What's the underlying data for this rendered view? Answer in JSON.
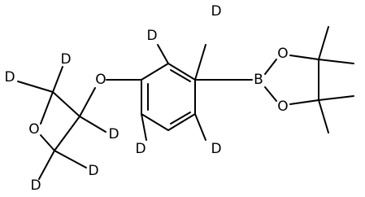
{
  "molecule": {
    "atoms": {
      "o_ether": "O",
      "o_oxetane": "O",
      "b": "B",
      "o_boronate_top": "O",
      "o_boronate_bottom": "O",
      "d_ring_top_left": "D",
      "d_ring_top_right": "D",
      "d_ring_bottom_left": "D",
      "d_ring_bottom_right": "D",
      "d_oxetane_top_left": "D",
      "d_oxetane_top_right": "D",
      "d_oxetane_methine": "D",
      "d_oxetane_bottom_right": "D",
      "d_oxetane_bottom_left": "D"
    }
  }
}
